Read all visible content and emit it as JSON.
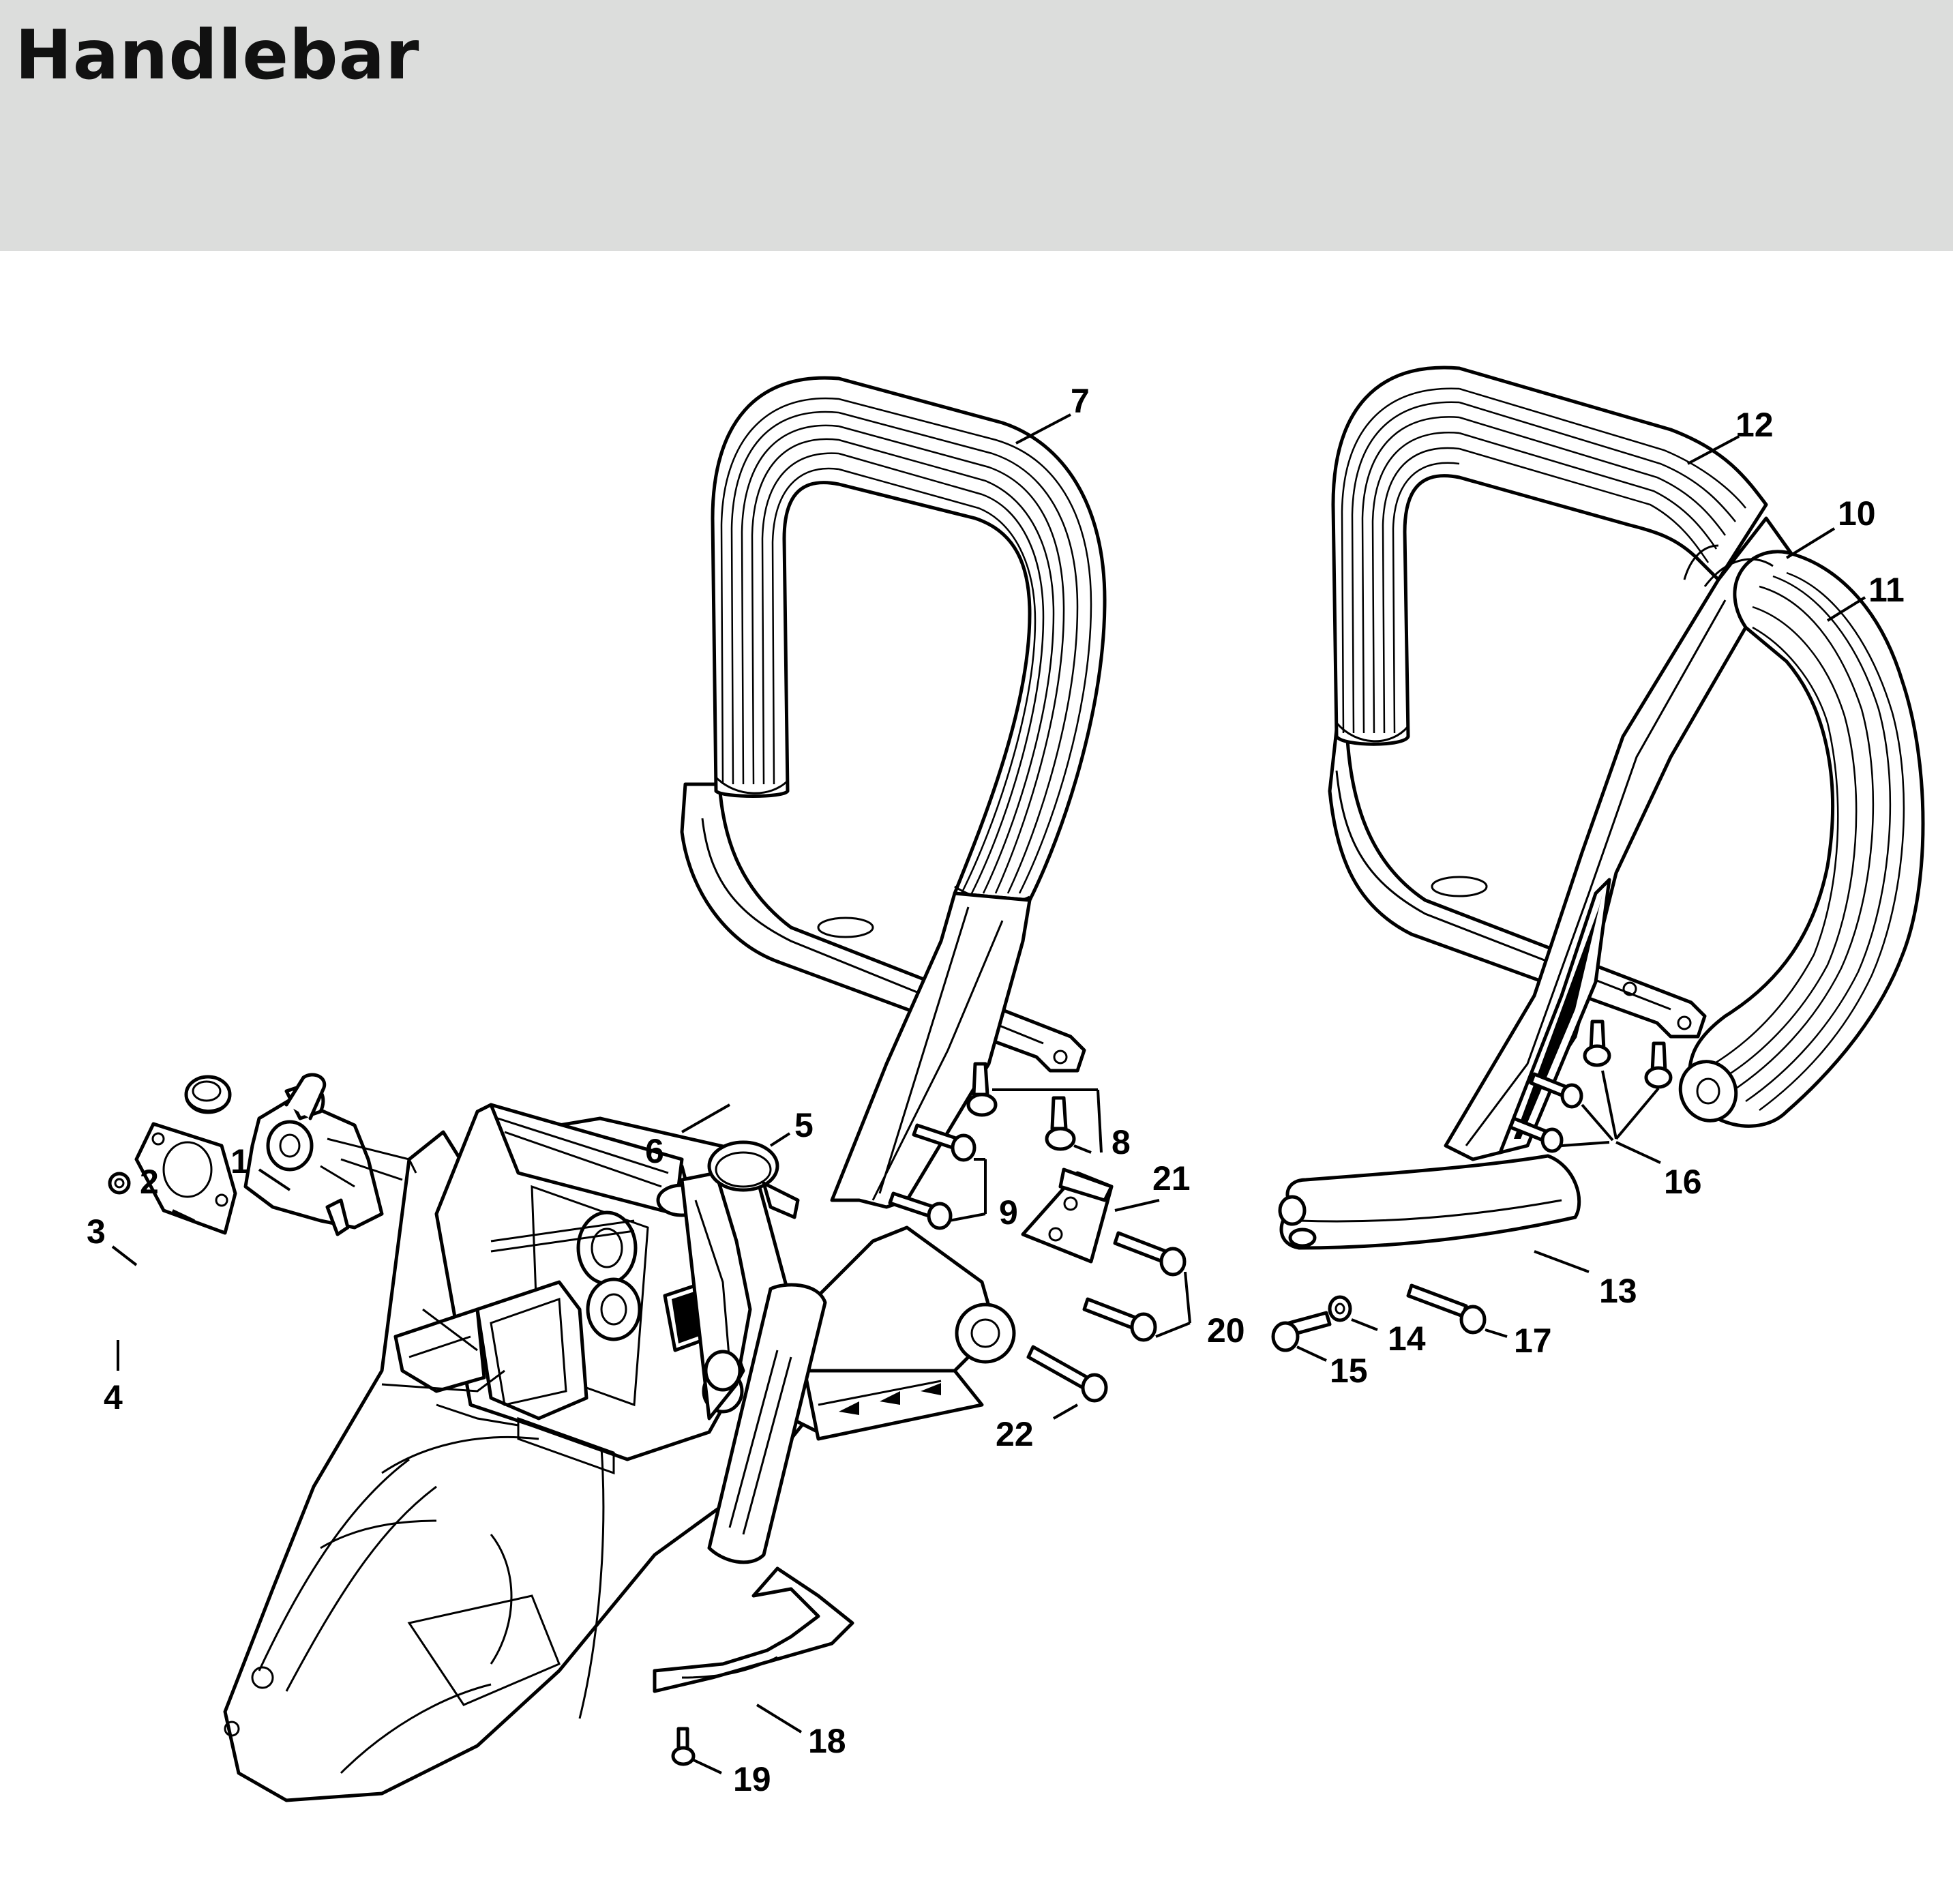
{
  "header": {
    "title": "Handlebar",
    "background": "#dcdddc"
  },
  "diagram": {
    "callouts": [
      {
        "id": "1",
        "text": "1"
      },
      {
        "id": "2",
        "text": "2"
      },
      {
        "id": "3",
        "text": "3"
      },
      {
        "id": "4",
        "text": "4"
      },
      {
        "id": "5",
        "text": "5"
      },
      {
        "id": "6",
        "text": "6"
      },
      {
        "id": "7",
        "text": "7"
      },
      {
        "id": "8",
        "text": "8"
      },
      {
        "id": "9",
        "text": "9"
      },
      {
        "id": "10",
        "text": "10"
      },
      {
        "id": "11",
        "text": "11"
      },
      {
        "id": "12",
        "text": "12"
      },
      {
        "id": "13",
        "text": "13"
      },
      {
        "id": "14",
        "text": "14"
      },
      {
        "id": "15",
        "text": "15"
      },
      {
        "id": "16",
        "text": "16"
      },
      {
        "id": "17",
        "text": "17"
      },
      {
        "id": "18",
        "text": "18"
      },
      {
        "id": "19",
        "text": "19"
      },
      {
        "id": "20",
        "text": "20"
      },
      {
        "id": "21",
        "text": "21"
      },
      {
        "id": "22",
        "text": "22"
      }
    ]
  }
}
